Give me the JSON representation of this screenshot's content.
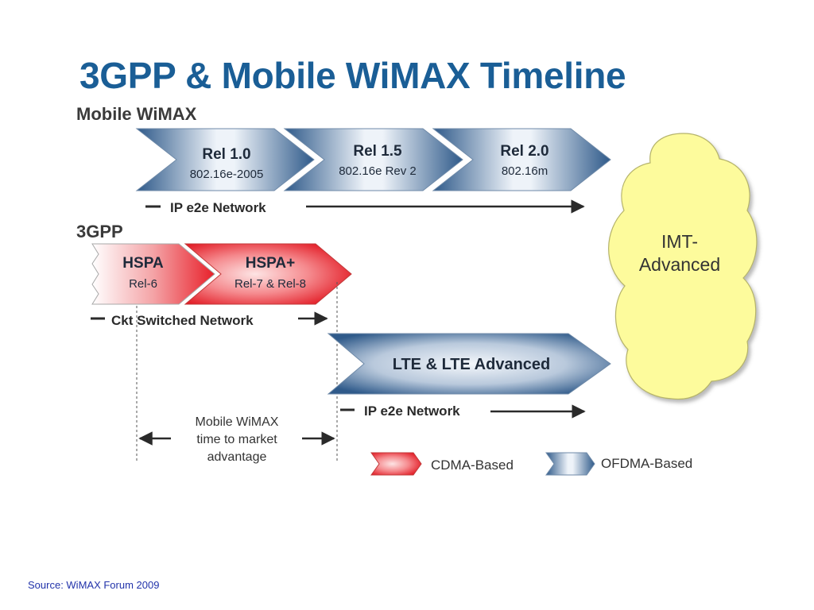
{
  "title": "3GPP & Mobile WiMAX Timeline",
  "sections": {
    "wimax": "Mobile WiMAX",
    "gpp": "3GPP"
  },
  "wimax_releases": [
    {
      "name": "Rel 1.0",
      "sub": "802.16e-2005"
    },
    {
      "name": "Rel 1.5",
      "sub": "802.16e Rev 2"
    },
    {
      "name": "Rel 2.0",
      "sub": "802.16m"
    }
  ],
  "gpp_releases": [
    {
      "name": "HSPA",
      "sub": "Rel-6"
    },
    {
      "name": "HSPA+",
      "sub": "Rel-7 & Rel-8"
    }
  ],
  "lte": {
    "name": "LTE & LTE Advanced"
  },
  "networks": {
    "wimax_ip": "IP e2e Network",
    "ckt": "Ckt Switched Network",
    "lte_ip": "IP e2e Network"
  },
  "advantage": {
    "line1": "Mobile WiMAX",
    "line2": "time to market",
    "line3": "advantage"
  },
  "imt": {
    "line1": "IMT-",
    "line2": "Advanced"
  },
  "legend": {
    "cdma": "CDMA-Based",
    "ofdma": "OFDMA-Based"
  },
  "source": "Source: WiMAX Forum 2009",
  "colors": {
    "title": "#1a5e96",
    "ofdma_dark": "#2f5a8a",
    "ofdma_light": "#eef3f9",
    "cdma_dark": "#e8202a",
    "cloud_fill": "#fdfb9c",
    "source": "#2233aa"
  }
}
